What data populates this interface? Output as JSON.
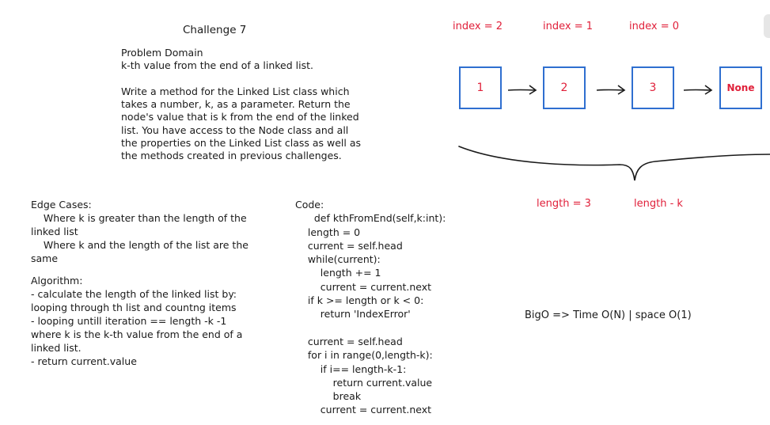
{
  "title": "Challenge 7",
  "problem_domain": {
    "text": "Problem Domain\nk-th value from the end of a linked list.\n\nWrite a method for the Linked List class which\ntakes a number, k, as a parameter. Return the\nnode's value that is k from the end of the linked\nlist. You have access to the Node class and all\nthe properties on the Linked List class as well as\nthe methods created in previous challenges."
  },
  "edge_cases": {
    "text": "Edge Cases:\n    Where k is greater than the length of the\nlinked list\n    Where k and the length of the list are the\nsame"
  },
  "algorithm": {
    "text": "Algorithm:\n- calculate the length of the linked list by:\nlooping through th list and countng items\n- looping untill iteration == length -k -1\nwhere k is the k-th value from the end of a\nlinked list.\n- return current.value"
  },
  "code": {
    "text": "Code:\n      def kthFromEnd(self,k:int):\n    length = 0\n    current = self.head\n    while(current):\n        length += 1\n        current = current.next\n    if k >= length or k < 0:\n        return 'IndexError'\n\n    current = self.head\n    for i in range(0,length-k):\n        if i== length-k-1:\n            return current.value\n            break\n        current = current.next"
  },
  "diagram": {
    "index_labels": [
      "index = 2",
      "index = 1",
      "index = 0"
    ],
    "nodes": [
      "1",
      "2",
      "3",
      "None"
    ],
    "length_label": "length = 3",
    "length_minus_k_label": "length - k",
    "big_o": "BigO => Time O(N) | space O(1)",
    "colors": {
      "label": "#e0203a",
      "node_border": "#2f6fd0",
      "line": "#1a1a1a"
    }
  }
}
